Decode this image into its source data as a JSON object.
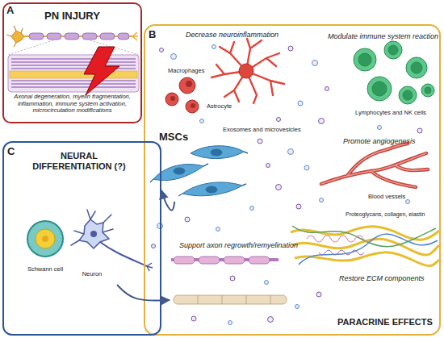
{
  "diagram": {
    "nodes": [
      {
        "text": [
          "PN INJURY",
          "Axonal degeneration, myelin fragmentation, inflammation, immune system activation, microcirculation modifications"
        ]
      },
      {
        "text": [
          "PARACRINE EFFECTS"
        ]
      },
      {
        "text": [
          "MSCs"
        ],
        "in": 1
      },
      {
        "text": [
          "Support axon regrowth/remyelination"
        ],
        "in": 1
      },
      {
        "text": [
          "NEURAL DIFFERENTIATION (?)"
        ]
      },
      {
        "text": [
          "Schwann cell"
        ],
        "in": 4
      },
      {
        "text": [
          "Neuron"
        ],
        "in": 4
      }
    ],
    "edges": [
      {
        "from": 2,
        "to": 4,
        "arrow": "to"
      },
      {
        "from": 6,
        "to": 3,
        "arrow": "to"
      }
    ],
    "labels": [
      "A",
      "B",
      "Decrease neuroinflammation",
      "Modulate immune system reaction",
      "Macrophages",
      "Astrocyte",
      "Lymphocytes and NK cells",
      "Exosomes and microvesicles",
      "Promote angiogenesis",
      "Blood vessels",
      "Proteoglycans, collagen, elastin",
      "Restore ECM components",
      "C"
    ]
  }
}
